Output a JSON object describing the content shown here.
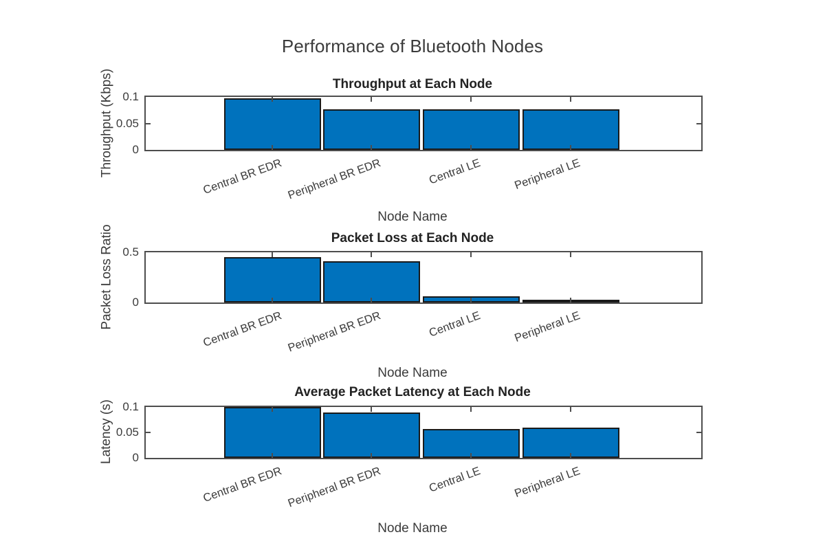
{
  "figure": {
    "title": "Performance of Bluetooth Nodes",
    "background": "#ffffff",
    "bar_color": "#0072BD",
    "bar_edge_color": "#1a1a1a",
    "axis_color": "#4d4d4d",
    "text_color": "#3b3b3b"
  },
  "categories": [
    "Central BR EDR",
    "Peripheral BR EDR",
    "Central LE",
    "Peripheral LE"
  ],
  "axis_xlabel": "Node Name",
  "chart_data": [
    {
      "type": "bar",
      "title": "Throughput at Each Node",
      "xlabel": "Node Name",
      "ylabel": "Throughput (Kbps)",
      "categories": [
        "Central BR EDR",
        "Peripheral BR EDR",
        "Central LE",
        "Peripheral LE"
      ],
      "values": [
        0.098,
        0.077,
        0.077,
        0.077
      ],
      "ylim": [
        0,
        0.1
      ],
      "yticks": [
        0,
        0.05,
        0.1
      ],
      "ytick_labels": [
        "0",
        "0.05",
        "0.1"
      ],
      "grid": false,
      "legend": null
    },
    {
      "type": "bar",
      "title": "Packet Loss at Each Node",
      "xlabel": "Node Name",
      "ylabel": "Packet Loss Ratio",
      "categories": [
        "Central BR EDR",
        "Peripheral BR EDR",
        "Central LE",
        "Peripheral LE"
      ],
      "values": [
        0.45,
        0.412,
        0.065,
        0.004
      ],
      "ylim": [
        0,
        0.5
      ],
      "yticks": [
        0,
        0.5
      ],
      "ytick_labels": [
        "0",
        "0.5"
      ],
      "grid": false,
      "legend": null
    },
    {
      "type": "bar",
      "title": "Average Packet Latency at Each Node",
      "xlabel": "Node Name",
      "ylabel": "Latency (s)",
      "categories": [
        "Central BR EDR",
        "Peripheral BR EDR",
        "Central LE",
        "Peripheral LE"
      ],
      "values": [
        0.1,
        0.089,
        0.057,
        0.059
      ],
      "ylim": [
        0,
        0.1
      ],
      "yticks": [
        0,
        0.05,
        0.1
      ],
      "ytick_labels": [
        "0",
        "0.05",
        "0.1"
      ],
      "grid": false,
      "legend": null
    }
  ]
}
